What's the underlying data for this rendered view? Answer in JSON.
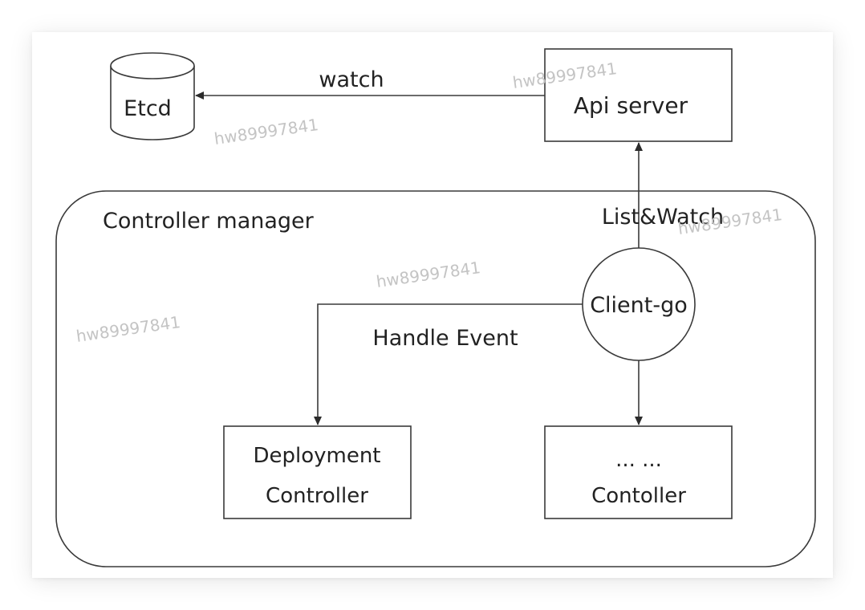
{
  "nodes": {
    "etcd": "Etcd",
    "api_server": "Api server",
    "controller_manager": "Controller manager",
    "client_go": "Client-go",
    "deployment_controller_line1": "Deployment",
    "deployment_controller_line2": "Controller",
    "other_controller_line1": "... ...",
    "other_controller_line2": "Contoller"
  },
  "edges": {
    "watch": "watch",
    "list_watch": "List&Watch",
    "handle_event": "Handle Event"
  },
  "watermark": "hw89997841"
}
